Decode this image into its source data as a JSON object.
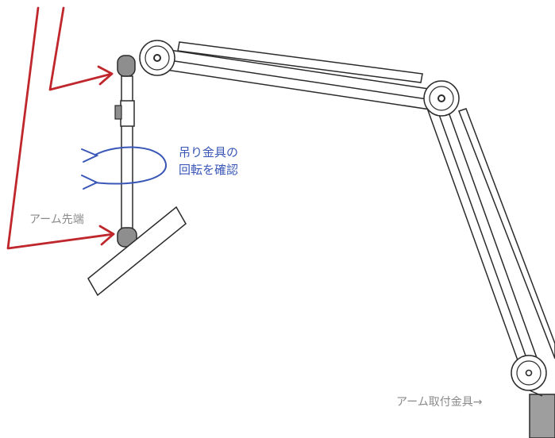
{
  "labels": {
    "rotation_line1": "吊り金具の",
    "rotation_line2": "回転を確認",
    "arm_tip": "アーム先端",
    "arm_mount": "アーム取付金具→"
  },
  "colors": {
    "pointer_arrows": "#c0272d",
    "rotation_arrow": "#3a57b7",
    "outline": "#2b2b2b",
    "joint_cap": "#8e8e8e",
    "mount_block": "#9e9e9e",
    "label_gray": "#8a8a8a"
  },
  "icons": {
    "rotation": "rotation-arrow-icon",
    "pointer": "pointer-arrow-icon"
  }
}
